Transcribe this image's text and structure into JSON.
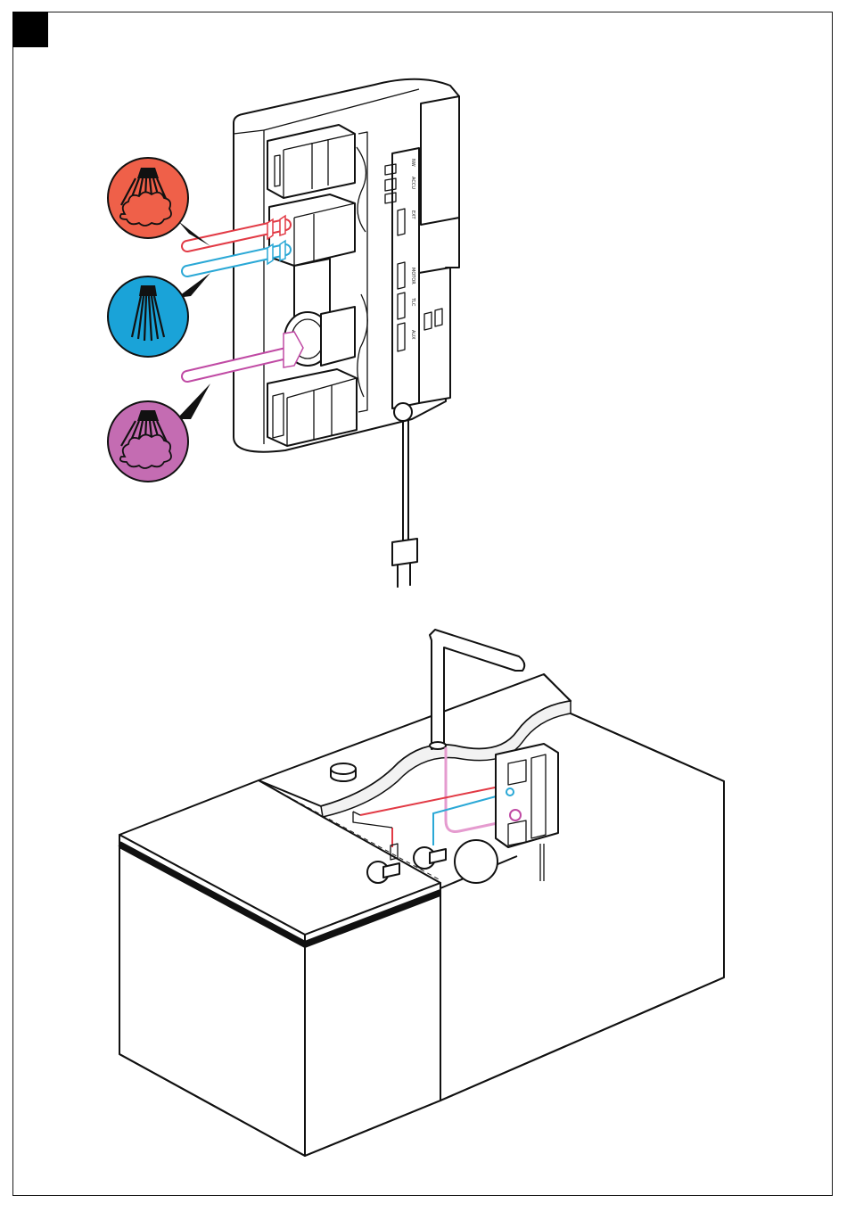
{
  "colors": {
    "hot": "#ef6049",
    "cold": "#1aa3d8",
    "mixed": "#c46cb2",
    "hot_pipe": "#e23a45",
    "cold_pipe": "#2aa8d6",
    "mixed_pipe": "#c04aa4",
    "line": "#111111"
  },
  "icons": {
    "hot": "hot-water-spray-icon",
    "cold": "cold-water-spray-icon",
    "mixed": "mixed-water-spray-icon"
  },
  "unit_labels": {
    "nw": "NW",
    "acc": "ACCU",
    "ext": "EXT",
    "motor": "MOTOR",
    "tlc": "TLC",
    "aux": "AUX"
  }
}
